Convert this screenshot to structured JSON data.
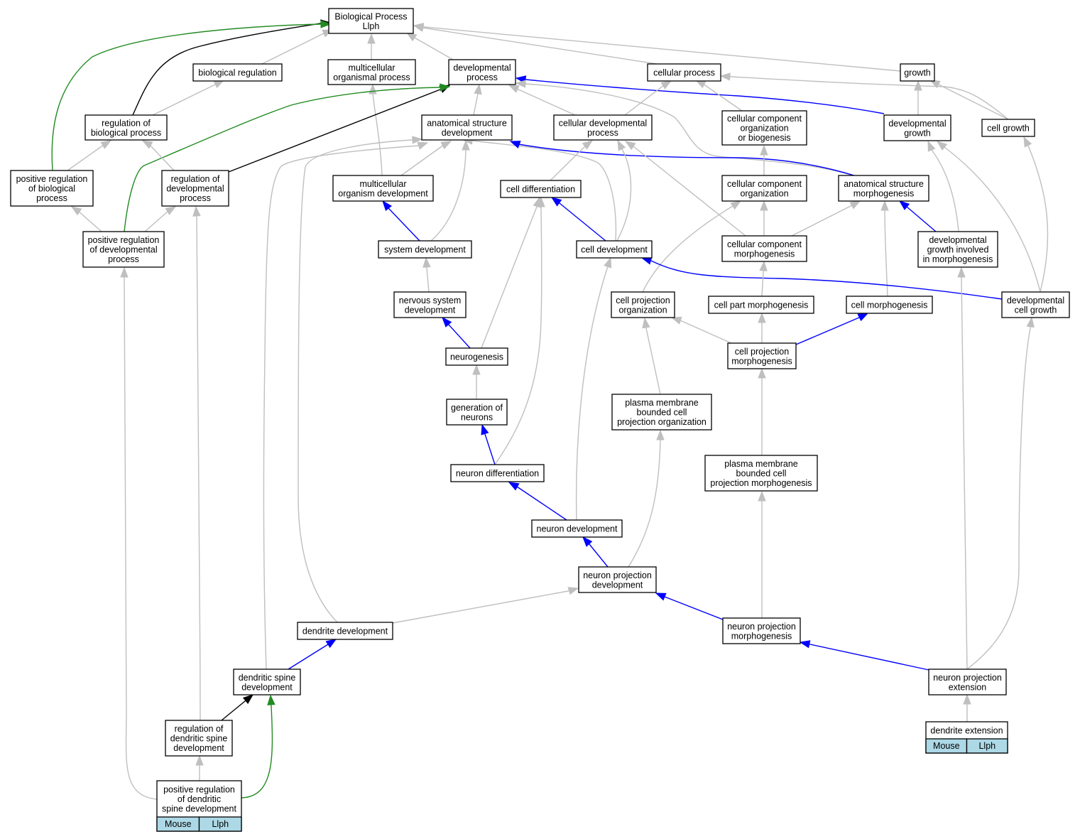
{
  "legend_colors": {
    "is_a": "#bfbfbf",
    "part_of": "#0000ff",
    "regulates": "#000000",
    "positively_regulates": "#228b22",
    "tag_fill": "#add8e6"
  },
  "nodes": {
    "bp": {
      "lines": [
        "Biological Process",
        "Llph"
      ]
    },
    "bioreg": {
      "lines": [
        "biological regulation"
      ]
    },
    "multiproc": {
      "lines": [
        "multicellular",
        "organismal process"
      ]
    },
    "devproc": {
      "lines": [
        "developmental",
        "process"
      ]
    },
    "cellproc": {
      "lines": [
        "cellular process"
      ]
    },
    "growth": {
      "lines": [
        "growth"
      ]
    },
    "regbio": {
      "lines": [
        "regulation of",
        "biological process"
      ]
    },
    "anatdev": {
      "lines": [
        "anatomical structure",
        "development"
      ]
    },
    "celldevproc": {
      "lines": [
        "cellular developmental",
        "process"
      ]
    },
    "ccorgbio": {
      "lines": [
        "cellular component",
        "organization",
        "or biogenesis"
      ]
    },
    "devgrowth": {
      "lines": [
        "developmental",
        "growth"
      ]
    },
    "cellgrowth": {
      "lines": [
        "cell growth"
      ]
    },
    "posregbio": {
      "lines": [
        "positive regulation",
        "of biological",
        "process"
      ]
    },
    "regdev": {
      "lines": [
        "regulation of",
        "developmental",
        "process"
      ]
    },
    "multidev": {
      "lines": [
        "multicellular",
        "organism development"
      ]
    },
    "celldiff": {
      "lines": [
        "cell differentiation"
      ]
    },
    "ccorg": {
      "lines": [
        "cellular component",
        "organization"
      ]
    },
    "anatmorph": {
      "lines": [
        "anatomical structure",
        "morphogenesis"
      ]
    },
    "posregdev": {
      "lines": [
        "positive regulation",
        "of developmental",
        "process"
      ]
    },
    "sysdev": {
      "lines": [
        "system development"
      ]
    },
    "celldev": {
      "lines": [
        "cell development"
      ]
    },
    "ccmorph": {
      "lines": [
        "cellular component",
        "morphogenesis"
      ]
    },
    "devgrowthmorph": {
      "lines": [
        "developmental",
        "growth involved",
        "in morphogenesis"
      ]
    },
    "nsdev": {
      "lines": [
        "nervous system",
        "development"
      ]
    },
    "cprojorg": {
      "lines": [
        "cell projection",
        "organization"
      ]
    },
    "cpartmorph": {
      "lines": [
        "cell part morphogenesis"
      ]
    },
    "cellmorph": {
      "lines": [
        "cell morphogenesis"
      ]
    },
    "devcellgrowth": {
      "lines": [
        "developmental",
        "cell growth"
      ]
    },
    "neurogenesis": {
      "lines": [
        "neurogenesis"
      ]
    },
    "cprojmorph": {
      "lines": [
        "cell projection",
        "morphogenesis"
      ]
    },
    "genneurons": {
      "lines": [
        "generation of",
        "neurons"
      ]
    },
    "pmbcporg": {
      "lines": [
        "plasma membrane",
        "bounded cell",
        "projection organization"
      ]
    },
    "pmbcpmorph": {
      "lines": [
        "plasma membrane",
        "bounded cell",
        "projection morphogenesis"
      ]
    },
    "neurodiff": {
      "lines": [
        "neuron differentiation"
      ]
    },
    "neurodev": {
      "lines": [
        "neuron development"
      ]
    },
    "nprojdev": {
      "lines": [
        "neuron projection",
        "development"
      ]
    },
    "denddev": {
      "lines": [
        "dendrite development"
      ]
    },
    "nprojmorph": {
      "lines": [
        "neuron projection",
        "morphogenesis"
      ]
    },
    "dsdev": {
      "lines": [
        "dendritic spine",
        "development"
      ]
    },
    "nprojext": {
      "lines": [
        "neuron projection",
        "extension"
      ]
    },
    "regds": {
      "lines": [
        "regulation of",
        "dendritic spine",
        "development"
      ]
    },
    "dendext": {
      "lines": [
        "dendrite extension"
      ],
      "tags": [
        "Mouse",
        "Llph"
      ]
    },
    "posregds": {
      "lines": [
        "positive regulation",
        "of dendritic",
        "spine development"
      ],
      "tags": [
        "Mouse",
        "Llph"
      ]
    }
  }
}
